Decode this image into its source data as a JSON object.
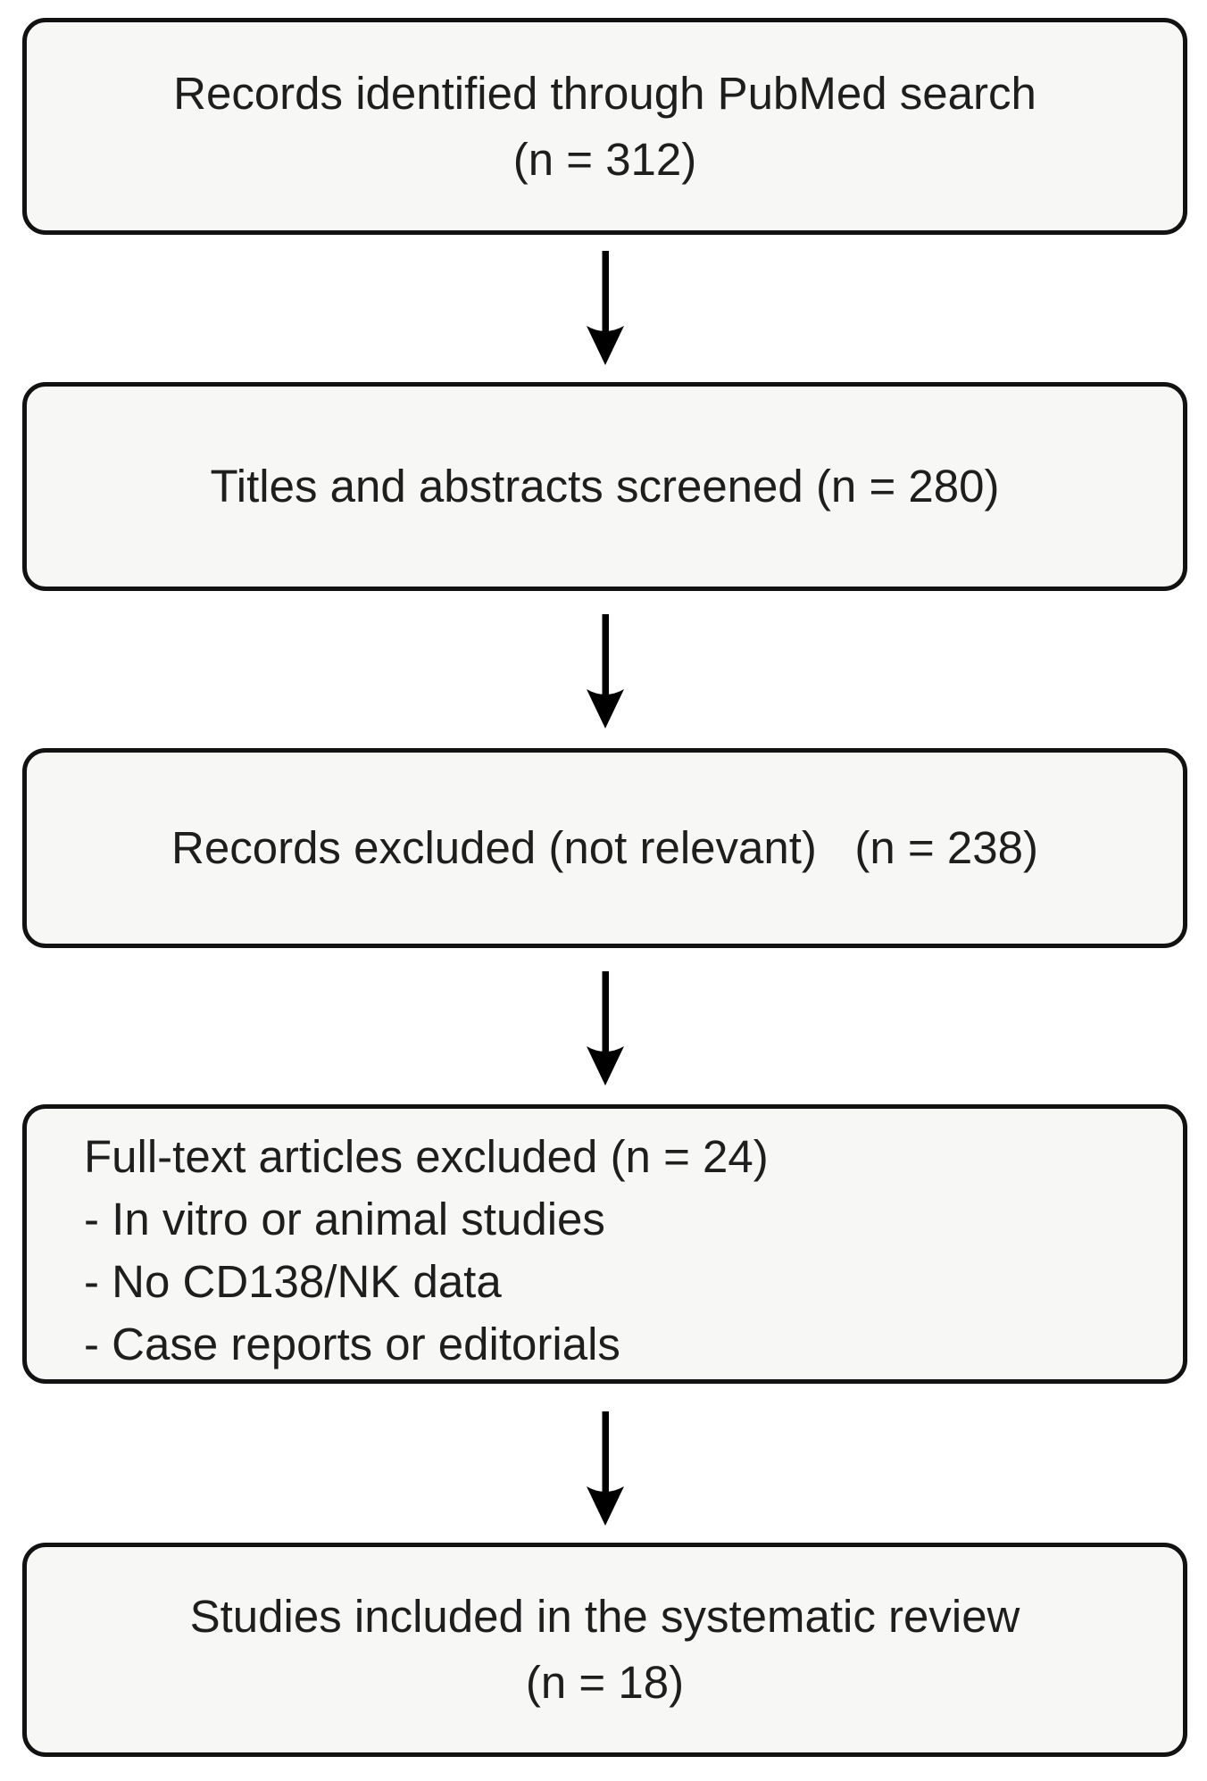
{
  "figure": {
    "type": "study-selection-flow-diagram"
  },
  "boxes": [
    {
      "name": "records-identified",
      "lines": [
        "Records identified through PubMed search",
        "(n = 312)"
      ]
    },
    {
      "name": "titles-abstracts-screened",
      "lines": [
        "Titles and abstracts screened (n = 280)"
      ]
    },
    {
      "name": "records-excluded",
      "lines": [
        "Records excluded (not relevant)   (n = 238)"
      ]
    },
    {
      "name": "fulltext-articles-excluded",
      "lines": [
        "Full-text articles excluded (n = 24)",
        "- In vitro or animal studies",
        "- No CD138/NK data",
        "- Case reports or editorials"
      ]
    },
    {
      "name": "studies-included",
      "lines": [
        "Studies included in the systematic review",
        "(n = 18)"
      ]
    }
  ],
  "counts": {
    "identified": 312,
    "screened": 280,
    "excluded_not_relevant": 238,
    "fulltext_excluded": 24,
    "included": 18
  },
  "colors": {
    "box_fill": "#f7f7f6",
    "box_border": "#121212",
    "text": "#1e1e1e",
    "arrow": "#000000",
    "background": "#ffffff"
  }
}
